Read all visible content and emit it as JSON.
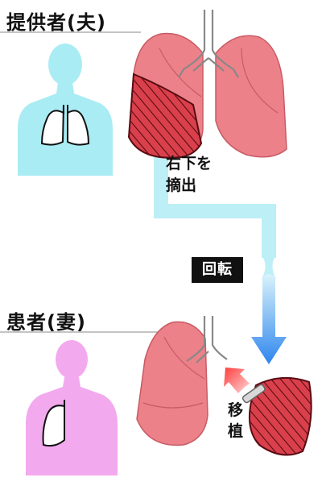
{
  "donor": {
    "title": "提供者(夫)"
  },
  "patient": {
    "title": "患者(妻)"
  },
  "labels": {
    "resection": [
      "右下を",
      "摘出"
    ],
    "rotation": "回転",
    "transplant": "移植"
  },
  "colors": {
    "donor_body": "#a9ecf3",
    "patient_body": "#f2a9ee",
    "lung_fill": "#ec8189",
    "lung_outline": "#c85a64",
    "resected_lobe": "#d9404c",
    "path_band": "#bdeff7",
    "move_arrow": "#3a8ff0",
    "attach_arrow": "#ff5858"
  },
  "icons": [
    "trachea-icon",
    "person-silhouette-icon",
    "lung-icon"
  ]
}
